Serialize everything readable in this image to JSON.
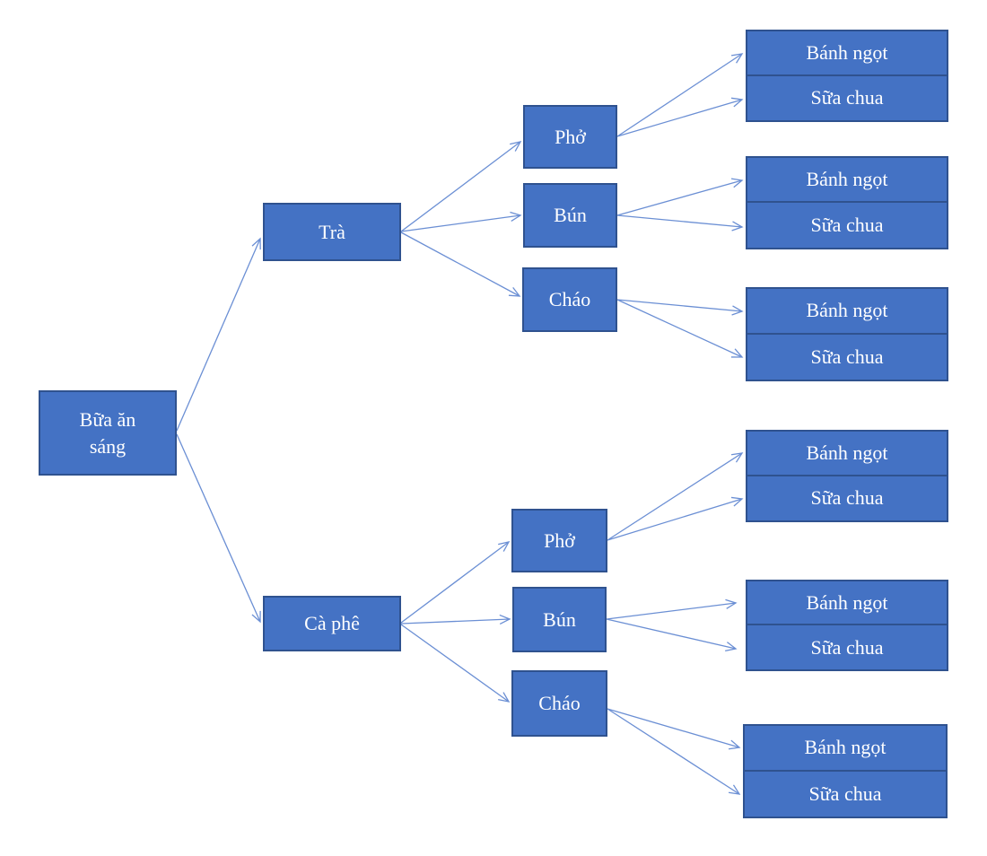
{
  "diagram": {
    "type": "tree",
    "colors": {
      "background": "#ffffff",
      "node_fill": "#4472c4",
      "node_border": "#2f528f",
      "arrow": "#6b8fd4",
      "text": "#ffffff"
    },
    "root": {
      "label": "Bữa ăn sáng"
    },
    "branches": [
      {
        "label": "Trà",
        "children": [
          {
            "label": "Phở",
            "leaves": [
              "Bánh ngọt",
              "Sữa chua"
            ]
          },
          {
            "label": "Bún",
            "leaves": [
              "Bánh ngọt",
              "Sữa chua"
            ]
          },
          {
            "label": "Cháo",
            "leaves": [
              "Bánh ngọt",
              "Sữa chua"
            ]
          }
        ]
      },
      {
        "label": "Cà phê",
        "children": [
          {
            "label": "Phở",
            "leaves": [
              "Bánh ngọt",
              "Sữa chua"
            ]
          },
          {
            "label": "Bún",
            "leaves": [
              "Bánh ngọt",
              "Sữa chua"
            ]
          },
          {
            "label": "Cháo",
            "leaves": [
              "Bánh ngọt",
              "Sữa chua"
            ]
          }
        ]
      }
    ]
  }
}
